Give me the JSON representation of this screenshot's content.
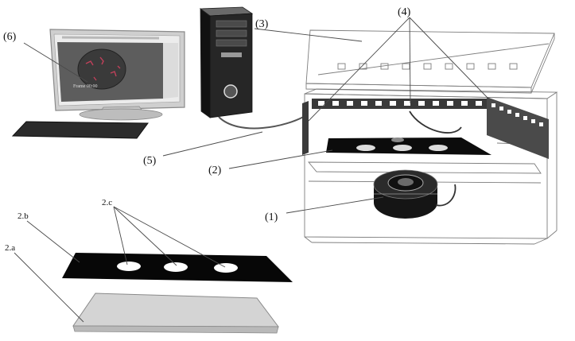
{
  "labels": {
    "l1": "(1)",
    "l2": "(2)",
    "l3": "(3)",
    "l4": "(4)",
    "l5": "(5)",
    "l6": "(6)",
    "l2a": "2.a",
    "l2b": "2.b",
    "l2c": "2.c"
  },
  "monitor": {
    "screen_caption": "Frame 00:00"
  },
  "colors": {
    "line": "#555555",
    "plate": "#0a0a0a",
    "glass": "#d6d6d6",
    "screen": "#5a5a5a",
    "tower": "#1e1e1e"
  }
}
